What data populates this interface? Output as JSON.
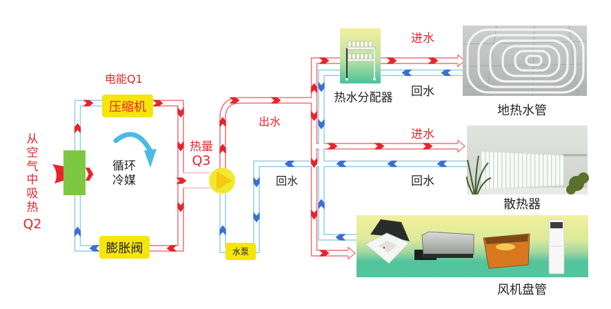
{
  "heat_pump_unit": {
    "energy_input_label": "电能Q1",
    "air_heat_source_lines": [
      "从",
      "空",
      "气",
      "中",
      "吸",
      "热",
      "Q2"
    ],
    "compressor_label": "压缩机",
    "expansion_valve_label": "膨胀阀",
    "refrigerant_lines": [
      "循环",
      "冷媒"
    ],
    "heat_output_lines": [
      "热量",
      "Q3"
    ]
  },
  "water_loop": {
    "pump_label": "水泵",
    "outlet_label": "出水",
    "return_label": "回水",
    "manifold_label": "热水分配器"
  },
  "terminals": [
    {
      "name": "地热水管",
      "supply_label": "进水",
      "return_label": "回水"
    },
    {
      "name": "散热器",
      "supply_label": "进水",
      "return_label": "回水"
    },
    {
      "name": "风机盘管"
    }
  ],
  "colors": {
    "hot_arrow": "#e8232b",
    "cold_arrow": "#3b6fd0",
    "hot_pipe": "#f06d79",
    "cold_pipe": "#8ccfec",
    "exchanger_pipe": "#f3b9c1",
    "unit_box": "#f5e50c",
    "evaporator": "#7cc843",
    "pump": "#f0e830"
  }
}
